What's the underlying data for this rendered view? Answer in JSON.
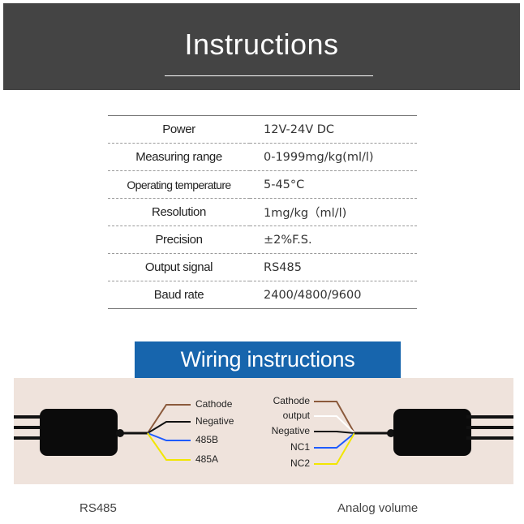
{
  "header": {
    "title": "Instructions"
  },
  "specs": [
    {
      "label": "Power",
      "value": "12V-24V DC"
    },
    {
      "label": "Measuring range",
      "value": "0-1999mg/kg(ml/l)"
    },
    {
      "label": "Operating temperature",
      "value": "5-45°C"
    },
    {
      "label": "Resolution",
      "value": "1mg/kg（ml/l)"
    },
    {
      "label": "Precision",
      "value": "±2%F.S."
    },
    {
      "label": "Output signal",
      "value": "RS485"
    },
    {
      "label": "Baud rate",
      "value": "2400/4800/9600"
    }
  ],
  "wiring": {
    "title": "Wiring instructions",
    "rs485": {
      "caption": "RS485",
      "wires": [
        {
          "label": "Cathode",
          "color": "#8b5a3c"
        },
        {
          "label": "Negative",
          "color": "#111111"
        },
        {
          "label": "485B",
          "color": "#1e5bff"
        },
        {
          "label": "485A",
          "color": "#f2e600"
        }
      ]
    },
    "analog": {
      "caption": "Analog volume",
      "wires": [
        {
          "label": "Cathode",
          "color": "#8b5a3c"
        },
        {
          "label": "output",
          "color": "#ffffff"
        },
        {
          "label": "Negative",
          "color": "#111111"
        },
        {
          "label": "NC1",
          "color": "#1e5bff"
        },
        {
          "label": "NC2",
          "color": "#f2e600"
        }
      ]
    }
  }
}
